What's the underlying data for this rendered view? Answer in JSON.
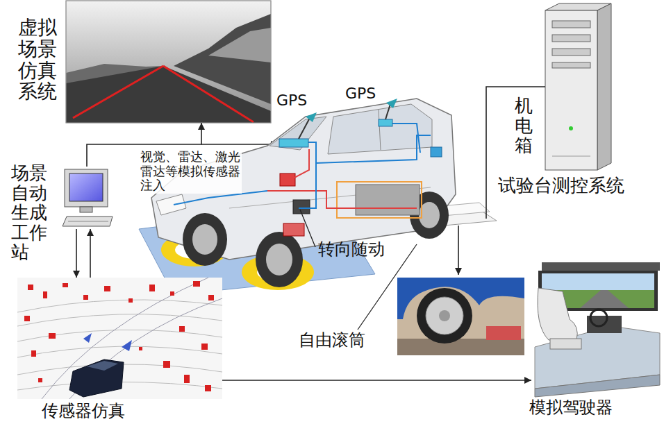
{
  "diagram": {
    "nodes": [
      {
        "text": [
          "虚拟场景仿真系统"
        ]
      },
      {
        "text": [
          "场景自动生成工作站"
        ]
      },
      {
        "text": [
          "机电箱",
          "试验台测控系统"
        ]
      },
      {
        "text": [
          "传感器仿真"
        ]
      },
      {
        "text": [
          "模拟驾驶器"
        ]
      }
    ],
    "edges": [
      {
        "from": 1,
        "to": 0,
        "arrow": "to"
      },
      {
        "from": 1,
        "to": 3,
        "arrow": "to"
      },
      {
        "from": 3,
        "to": 1,
        "arrow": "to"
      },
      {
        "from": 3,
        "to": 4,
        "arrow": "to"
      }
    ],
    "labels": [
      "GPS",
      "GPS",
      "视觉、雷达、激光雷达等模拟传感器注入",
      "转向随动",
      "自由滚筒"
    ]
  }
}
